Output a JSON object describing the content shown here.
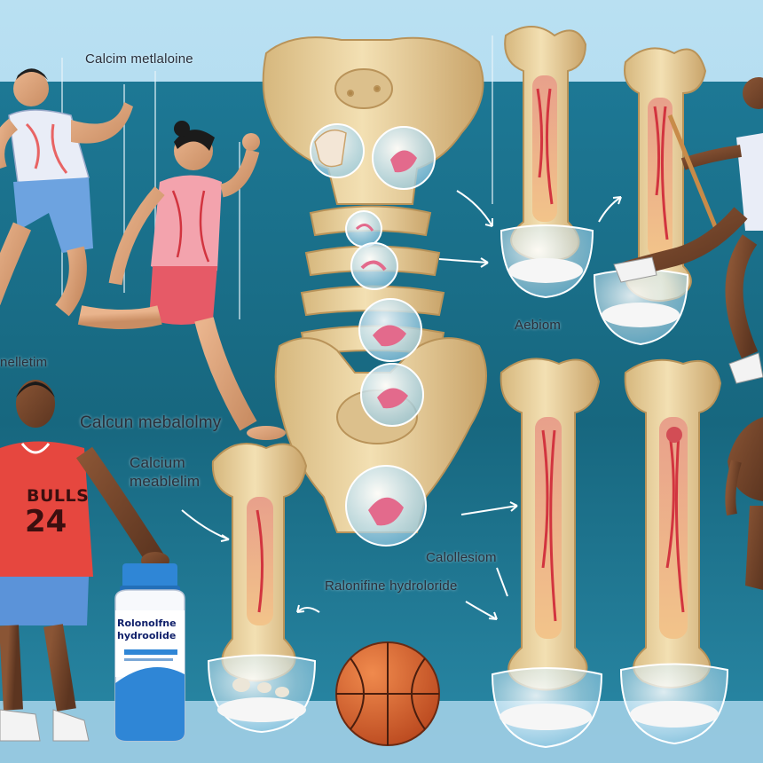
{
  "labels": {
    "top_left": "Calcim metlaloine",
    "left_mid": "nelletim",
    "center_left": "Calcun mebalolmy",
    "calcium_line1": "Calcium",
    "calcium_line2": "meablelim",
    "right_upper": "Aebiom",
    "right_lower": "Calollesiom",
    "bottom_center": "Ralonifine hydroloride"
  },
  "jersey": {
    "team": "BULLS",
    "number": "24"
  },
  "bottle": {
    "line1": "Rolonolfne",
    "line2": "hydroolide"
  },
  "colors": {
    "sky": "#a9d6ec",
    "teal_band": "#1a6f8a",
    "bone": "#ead3a0",
    "bone_shadow": "#c9a46a",
    "jersey_red": "#e6473f",
    "shorts_blue": "#5b93d9",
    "basketball": "#d9622b",
    "bottle_blue": "#2f86d6"
  }
}
